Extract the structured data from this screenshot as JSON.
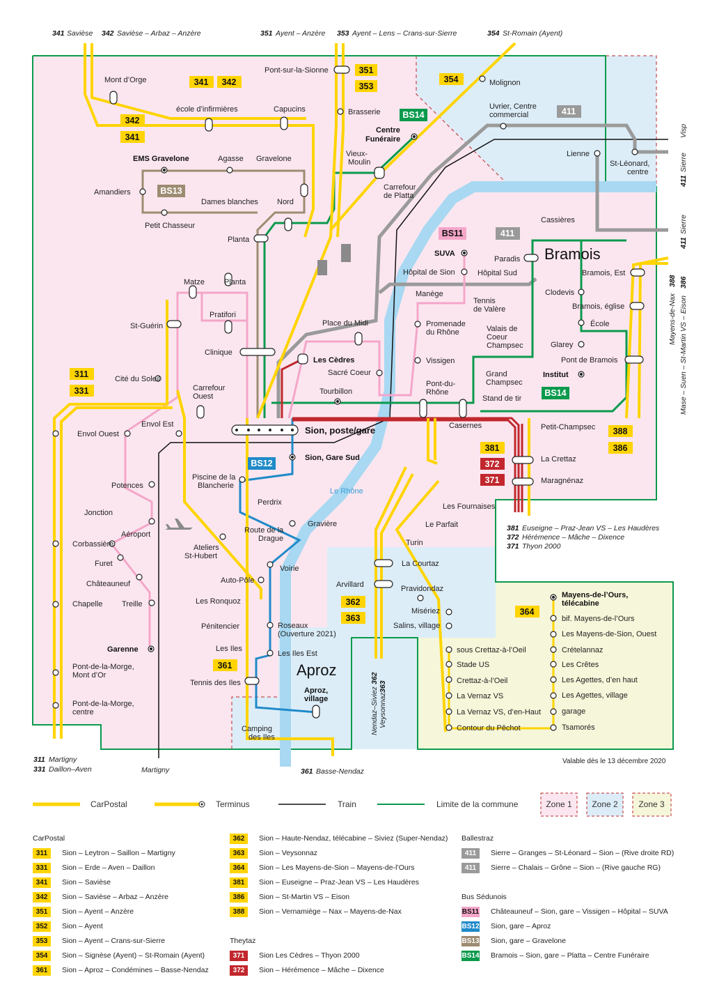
{
  "top_header": {
    "n341": "341",
    "l341": "Savièse",
    "n342": "342",
    "l342": "Savièse – Arbaz – Anzère",
    "n351": "351",
    "l351": "Ayent – Anzère",
    "n353": "353",
    "l353": "Ayent – Lens – Crans-sur-Sierre",
    "n354": "354",
    "l354": "St-Romain (Ayent)"
  },
  "right_header": {
    "visp": "Visp",
    "n411a": "411",
    "l411a": "Sierre",
    "n411b": "411",
    "l411b": "Sierre",
    "n388": "388",
    "l388": "Mayens-de-Nax",
    "n386": "386",
    "l386": "Mase – Suen – St-Martin VS – Eison"
  },
  "badges": {
    "b351": "351",
    "b353": "353",
    "b341a": "341",
    "b342a": "342",
    "b342b": "342",
    "b341b": "341",
    "b354": "354",
    "bs14a": "BS14",
    "b411a": "411",
    "bs13": "BS13",
    "bs11": "BS11",
    "b411b": "411",
    "b311": "311",
    "b331": "331",
    "bs14b": "BS14",
    "b388": "388",
    "b386": "386",
    "b381": "381",
    "b372": "372",
    "b371": "371",
    "bs12": "BS12",
    "b362": "362",
    "b363": "363",
    "b364": "364",
    "b361": "361"
  },
  "stops": {
    "mont_orge": "Mont d’Orge",
    "pont_sionne": "Pont-sur-la-Sionne",
    "molignon": "Molignon",
    "ecole_inf": "école d’infirmières",
    "capucins": "Capucins",
    "brasserie": "Brasserie",
    "uvrier1": "Uvrier, Centre",
    "uvrier2": "commercial",
    "centre_fun1": "Centre",
    "centre_fun2": "Funéraire",
    "ems": "EMS Gravelone",
    "agasse": "Agasse",
    "gravelone": "Gravelone",
    "vieux1": "Vieux-",
    "vieux2": "Moulin",
    "lienne": "Lienne",
    "stleo1": "St-Léonard,",
    "stleo2": "centre",
    "amandiers": "Amandiers",
    "carr_platta1": "Carrefour",
    "carr_platta2": "de Platta",
    "dames": "Dames blanches",
    "nord": "Nord",
    "petit_chasseur": "Petit Chasseur",
    "cassieres": "Cassières",
    "planta": "Planta",
    "suva": "SUVA",
    "paradis": "Paradis",
    "bramois": "Bramois",
    "hopital_sion": "Hôpital de Sion",
    "hopital_sud": "Hôpital Sud",
    "bramois_est": "Bramois, Est",
    "matze": "Matze",
    "planta2": "Planta",
    "manege": "Manège",
    "tennis1": "Tennis",
    "tennis2": "de Valère",
    "clodevis": "Clodevis",
    "bramois_eglise": "Bramois, église",
    "pratifori": "Pratifori",
    "st_guerin": "St-Guérin",
    "place_midi": "Place du Midi",
    "promenade1": "Promenade",
    "promenade2": "du Rhône",
    "valais1": "Valais de",
    "valais2": "Coeur",
    "valais3": "Champsec",
    "ecole": "École",
    "glarey": "Glarey",
    "clinique": "Clinique",
    "les_cedres": "Les Cèdres",
    "vissigen": "Vissigen",
    "pont_bramois": "Pont de Bramois",
    "sacre_coeur": "Sacré Coeur",
    "grand1": "Grand",
    "grand2": "Champsec",
    "institut": "Institut",
    "cite_soleil": "Cité du Soleil",
    "pont_du1": "Pont-du-",
    "pont_du2": "Rhône",
    "carr_ouest1": "Carrefour",
    "carr_ouest2": "Ouest",
    "tourbillon": "Tourbillon",
    "stand_tir": "Stand de tir",
    "envol_est": "Envol Est",
    "envol_ouest": "Envol Ouest",
    "sion_gare": "Sion, poste/gare",
    "casernes": "Casernes",
    "petit_champsec": "Petit-Champsec",
    "sion_gare_sud": "Sion, Gare Sud",
    "la_crettaz": "La Crettaz",
    "maragnenaz": "Maragnénaz",
    "piscine1": "Piscine de la",
    "piscine2": "Blancherie",
    "potences": "Potences",
    "le_rhone": "Le Rhône",
    "perdrix": "Perdrix",
    "les_fournaises": "Les Fournaises",
    "jonction": "Jonction",
    "graviere": "Gravière",
    "le_parfait": "Le Parfait",
    "route_drague1": "Route de la",
    "route_drague2": "Drague",
    "aeroport": "Aéroport",
    "corbassiere": "Corbassière",
    "ateliers1": "Ateliers",
    "ateliers2": "St-Hubert",
    "turin": "Turin",
    "furet": "Furet",
    "voirie": "Voirie",
    "la_courtaz": "La Courtaz",
    "chateauneuf": "Châteauneuf",
    "auto_pole": "Auto-Pôle",
    "arvillard": "Arvillard",
    "pravidondaz": "Pravidondaz",
    "mdo1": "Mayens-de-l’Ours,",
    "mdo2": "télécabine",
    "chapelle": "Chapelle",
    "treille": "Treille",
    "les_ronquoz": "Les Ronquoz",
    "miseriez": "Misériez",
    "bif_mayens": "bif. Mayens-de-l’Ours",
    "penitencier": "Pénitencier",
    "roseaux1": "Roseaux",
    "roseaux2": "(Ouverture 2021)",
    "salins": "Salins, village",
    "mayens_sion": "Les Mayens-de-Sion, Ouest",
    "garenne": "Garenne",
    "les_iles": "Les Iles",
    "les_iles_est": "Les Iles Est",
    "sous_crettaz": "sous Crettaz-à-l’Oeil",
    "cretelannaz": "Crételannaz",
    "pdm1": "Pont-de-la-Morge,",
    "pdm2": "Mont d’Or",
    "stade_us": "Stade US",
    "les_cretes": "Les Crêtes",
    "tennis_iles": "Tennis des Iles",
    "aproz": "Aproz",
    "crettaz_oeil": "Crettaz-à-l’Oeil",
    "agettes_haut": "Les Agettes, d’en haut",
    "aproz_v1": "Aproz,",
    "aproz_v2": "village",
    "la_vernaz": "La Vernaz VS",
    "agettes_village": "Les Agettes, village",
    "pdmc1": "Pont-de-la-Morge,",
    "pdmc2": "centre",
    "vernaz_haut": "La Vernaz VS, d’en-Haut",
    "garage": "garage",
    "camping1": "Camping",
    "camping2": "des Iles",
    "contour": "Contour du Pêchot",
    "tsamores": "Tsamorés"
  },
  "notes": {
    "t381n": "381",
    "t381": "Euseigne – Praz-Jean VS – Les Haudères",
    "t372n": "372",
    "t372": "Hérémence – Mâche – Dixence",
    "t371n": "371",
    "t371": "Thyon 2000",
    "n362": "362",
    "l362": "Nendaz–Siviez",
    "n363": "363",
    "l363": "Veysonnaz",
    "m311n": "311",
    "m311": "Martigny",
    "m331n": "331",
    "m331": "Daillon–Aven",
    "martigny": "Martigny",
    "m361n": "361",
    "m361": "Basse-Nendaz",
    "valable": "Valable dès le 13 décembre 2020"
  },
  "legend": {
    "carpostal": "CarPostal",
    "terminus": "Terminus",
    "train": "Train",
    "limite": "Limite de la commune",
    "zone1": "Zone 1",
    "zone2": "Zone 2",
    "zone3": "Zone 3"
  },
  "table": {
    "col1_title": "CarPostal",
    "col1": [
      {
        "n": "311",
        "d": "Sion – Leytron – Saillon – Martigny"
      },
      {
        "n": "331",
        "d": "Sion – Erde – Aven – Daillon"
      },
      {
        "n": "341",
        "d": "Sion – Savièse"
      },
      {
        "n": "342",
        "d": "Sion – Savièse – Arbaz – Anzère"
      },
      {
        "n": "351",
        "d": "Sion – Ayent – Anzère"
      },
      {
        "n": "352",
        "d": "Sion – Ayent"
      },
      {
        "n": "353",
        "d": "Sion – Ayent – Crans-sur-Sierre"
      },
      {
        "n": "354",
        "d": "Sion – Signèse (Ayent) – St-Romain (Ayent)"
      },
      {
        "n": "361",
        "d": "Sion – Aproz – Condémines – Basse-Nendaz"
      }
    ],
    "col2": [
      {
        "n": "362",
        "d": "Sion – Haute-Nendaz, télécabine – Siviez (Super-Nendaz)"
      },
      {
        "n": "363",
        "d": "Sion – Veysonnaz"
      },
      {
        "n": "364",
        "d": "Sion – Les Mayens-de-Sion – Mayens-de-l’Ours"
      },
      {
        "n": "381",
        "d": "Sion – Euseigne – Praz-Jean VS – Les Haudères"
      },
      {
        "n": "386",
        "d": "Sion – St-Martin VS – Eison"
      },
      {
        "n": "388",
        "d": "Sion – Vernamiège – Nax – Mayens-de-Nax"
      }
    ],
    "col2_title2": "Theytaz",
    "col2b": [
      {
        "n": "371",
        "d": "Sion Les Cèdres – Thyon 2000"
      },
      {
        "n": "372",
        "d": "Sion – Hérémence – Mâche – Dixence"
      }
    ],
    "col3_title": "Ballestraz",
    "col3": [
      {
        "n": "411",
        "d": "Sierre – Granges – St-Léonard – Sion – (Rive droite RD)"
      },
      {
        "n": "411",
        "d": "Sierre – Chalais – Grône – Sion – (Rive gauche RG)"
      }
    ],
    "col3_title2": "Bus Sédunois",
    "col3b": [
      {
        "n": "BS11",
        "d": "Châteauneuf – Sion, gare – Vissigen – Hôpital – SUVA"
      },
      {
        "n": "BS12",
        "d": "Sion, gare – Aproz"
      },
      {
        "n": "BS13",
        "d": "Sion, gare – Gravelone"
      },
      {
        "n": "BS14",
        "d": "Bramois – Sion, gare – Platta – Centre Funéraire"
      }
    ]
  },
  "colors": {
    "zone1": "#fbe6ef",
    "zone2": "#dcedf8",
    "zone3": "#f6f6da",
    "carpostal": "#ffd400",
    "theytaz": "#c1272d",
    "ballestraz": "#9a9a9a",
    "bs11": "#f4a6c9",
    "bs12": "#1f8ac9",
    "bs13": "#9d8c72",
    "bs14": "#0a9a4c",
    "rhone": "#a8d8f2",
    "limit": "#0a9a4c"
  }
}
